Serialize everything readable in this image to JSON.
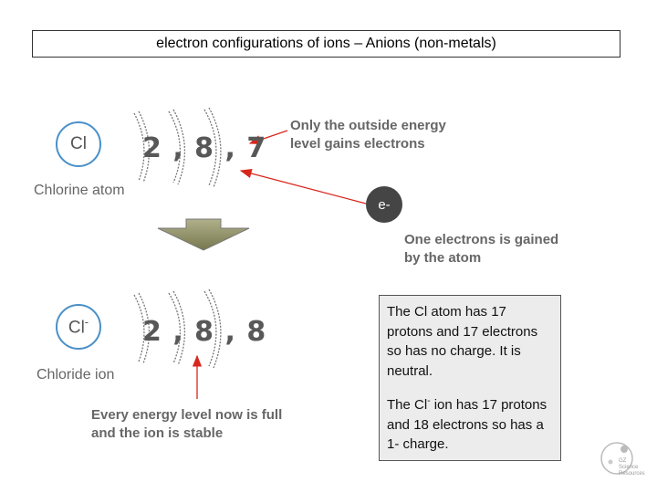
{
  "title": "electron configurations of ions – Anions (non-metals)",
  "atom": {
    "symbol": "Cl",
    "label": "Chlorine atom",
    "config": "2 , 8 , 7"
  },
  "ion": {
    "symbol": "Cl",
    "charge_sup": "-",
    "label": "Chloride ion",
    "config": "2 , 8 , 8"
  },
  "electron": "e-",
  "annotations": {
    "outer_level": [
      "Only the outside energy",
      "level gains electrons"
    ],
    "gained": [
      "One electrons is gained",
      "by the atom"
    ],
    "full": [
      "Every energy level now is full",
      "and the ion is stable"
    ]
  },
  "info": {
    "atom_text": "The Cl atom has 17 protons and 17 electrons so has no charge. It is neutral.",
    "ion_pre": "The Cl",
    "ion_sup": "-",
    "ion_post": " ion has 17 protons and 18 electrons so has a 1- charge."
  },
  "logo_text": [
    "GZ Science",
    "Resources"
  ],
  "colors": {
    "arrow_red": "#d9261c",
    "down_arrow": "#8c8c66",
    "atom_ring": "#4a90c8",
    "electron_fill": "#454545"
  }
}
